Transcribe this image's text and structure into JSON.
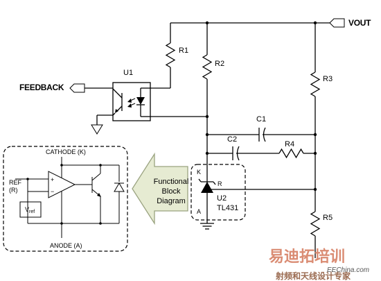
{
  "nets": {
    "vout": "VOUT",
    "feedback": "FEEDBACK"
  },
  "components": {
    "u1": "U1",
    "u2": "U2",
    "u2_part": "TL431",
    "u2_pin_k": "K",
    "u2_pin_a": "A",
    "u2_pin_r": "R",
    "r1": "R1",
    "r2": "R2",
    "r3": "R3",
    "r4": "R4",
    "r5": "R5",
    "c1": "C1",
    "c2": "C2"
  },
  "functional_block": {
    "callout_line1": "Functional",
    "callout_line2": "Block",
    "callout_line3": "Diagram",
    "cathode": "CATHODE  (K)",
    "anode": "ANODE (A)",
    "ref": "REF",
    "ref_pin": "(R)",
    "vref_main": "V",
    "vref_sub": "ref",
    "plus": "+",
    "minus": "−"
  },
  "watermark": {
    "brand": "易迪拓培训",
    "tagline": "射频和天线设计专家",
    "site": "EEChina.com"
  },
  "colors": {
    "wire": "#000000",
    "callout_fill": "#e6ebd2",
    "callout_stroke": "#9aa380",
    "watermark_red": "#d4785a",
    "watermark_brown": "#9a6a50"
  }
}
